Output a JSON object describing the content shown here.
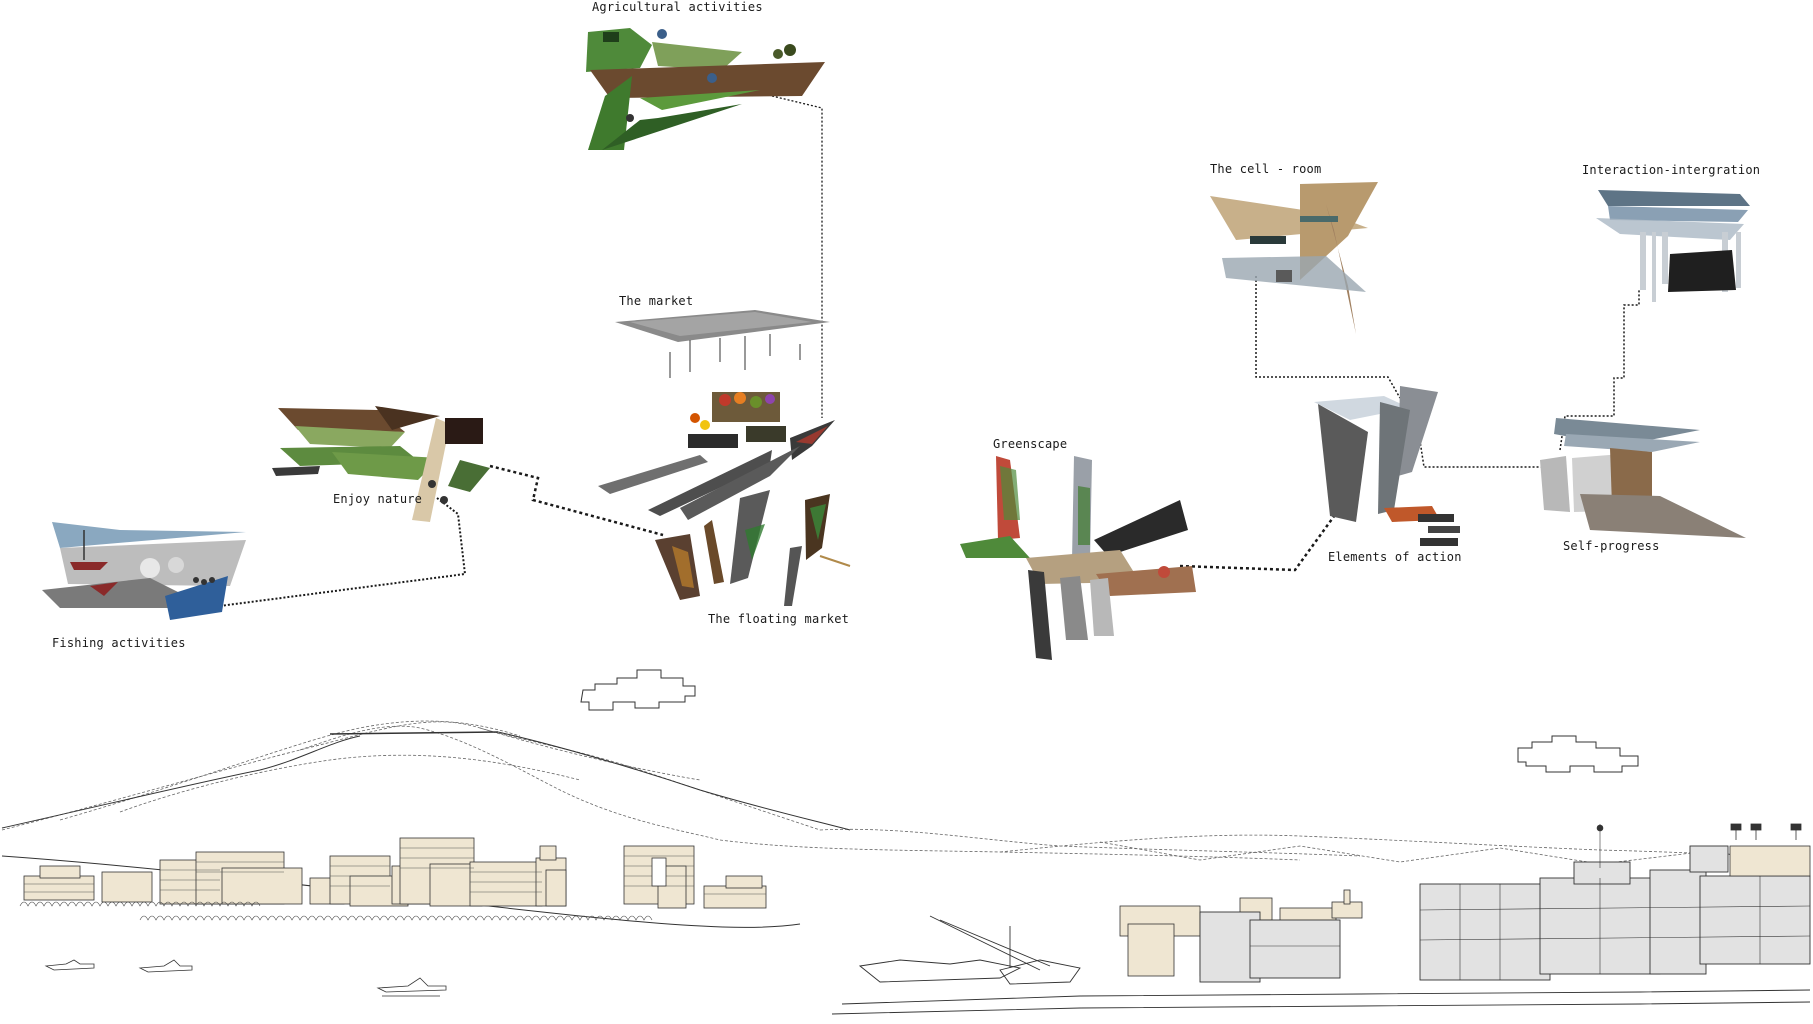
{
  "labels": {
    "agricultural": "Agricultural activities",
    "market": "The market",
    "enjoy_nature": "Enjoy nature",
    "fishing": "Fishing activities",
    "floating_market": "The floating market",
    "greenscape": "Greenscape",
    "cell_room": "The cell - room",
    "elements_of_action": "Elements of action",
    "interaction": "Interaction-intergration",
    "self_progress": "Self-progress"
  },
  "colors": {
    "ink": "#1a1a1a",
    "building_fill": "#efe6d2",
    "grass": "#4f8a3a",
    "soil": "#6b4a2f",
    "steel": "#6f7f8c",
    "sky": "#a9c3d6",
    "wood": "#b89a6e"
  }
}
